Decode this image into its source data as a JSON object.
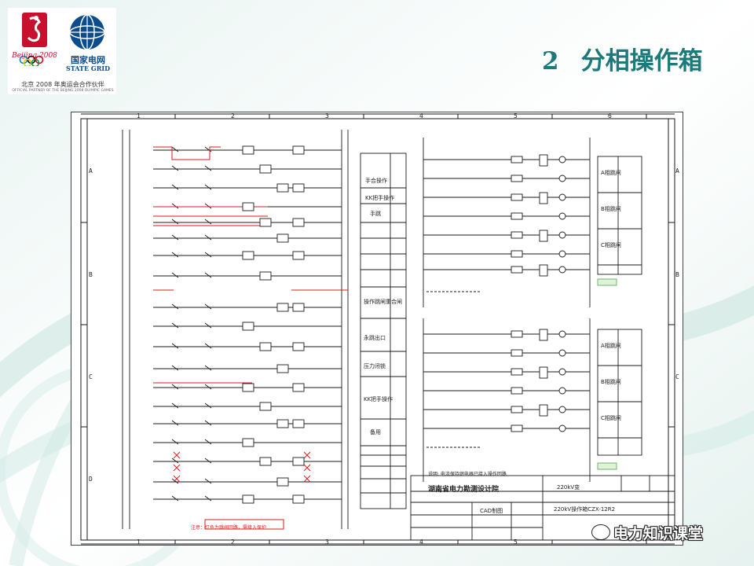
{
  "header": {
    "title_number": "2",
    "title_text": "分相操作箱"
  },
  "logos": {
    "beijing_text": "Beijing 2008",
    "grid_cn": "国家电网",
    "grid_en": "STATE GRID",
    "partner_cn": "北京 2008 年奥运会合作伙伴",
    "partner_en": "OFFICIAL PARTNER OF THE BEIJING 2008 OLYMPIC GAMES"
  },
  "schematic": {
    "columns": [
      "1",
      "2",
      "3",
      "4",
      "5",
      "6"
    ],
    "rows": [
      "A",
      "B",
      "C",
      "D"
    ],
    "middle_labels": [
      "手合操作",
      "KK把手操作",
      "手跳",
      "操作跳闸重合闸",
      "永跳出口",
      "压力闭锁",
      "KK把手操作",
      "备用"
    ],
    "right_labels": [
      "A相跳闸",
      "B相跳闸",
      "C相跳闸",
      "A相跳闸",
      "B相跳闸",
      "C相跳闸"
    ],
    "title_block": {
      "institute": "湖南省电力勘测设计院",
      "project": "220kV变",
      "drawing_name": "220kV操作箱CZX-12R2",
      "cad_label": "CAD制图",
      "note": "说明: 电流保持继电器已接入操作回路"
    },
    "red_note": "注意：红色为跳闸回路，需接入保护"
  },
  "watermark": {
    "text": "电力知识课堂"
  },
  "colors": {
    "title": "#1c7a7a",
    "line": "#1a1a1a",
    "red_wire": "#d81e1e",
    "swirl": "#b8dcd6"
  }
}
